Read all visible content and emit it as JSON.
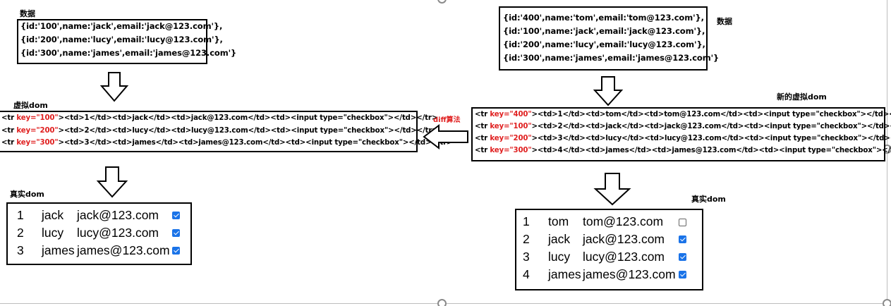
{
  "left": {
    "data_label": "数据",
    "data_lines": [
      "{id:'100',name:'jack',email:'jack@123.com'},",
      "{id:'200',name:'lucy',email:'lucy@123.com'},",
      "{id:'300',name:'james',email:'james@123.com'}"
    ],
    "vdom_label": "虚拟dom",
    "vdom_rows": [
      {
        "open": "<tr ",
        "kw": "key=\"100\"",
        "rest": "><td>1</td><td>jack</td><td>jack@123.com</td><td><input type=\"checkbox\"></td></tr>"
      },
      {
        "open": "<tr ",
        "kw": "key=\"200\"",
        "rest": "><td>2</td><td>lucy</td><td>lucy@123.com</td><td><input type=\"checkbox\"></td></tr>"
      },
      {
        "open": "<tr ",
        "kw": "key=\"300\"",
        "rest": "><td>3</td><td>james</td><td>james@123.com</td><td><input type=\"checkbox\"></td></tr>"
      }
    ],
    "real_label": "真实dom",
    "real_rows": [
      {
        "id": "1",
        "name": "jack",
        "email": "jack@123.com",
        "checked": true
      },
      {
        "id": "2",
        "name": "lucy",
        "email": "lucy@123.com",
        "checked": true
      },
      {
        "id": "3",
        "name": "james",
        "email": "james@123.com",
        "checked": true
      }
    ]
  },
  "diff_label": "diff算法",
  "right": {
    "data_label": "数据",
    "data_lines": [
      "{id:'400',name:'tom',email:'tom@123.com'},",
      "{id:'100',name:'jack',email:'jack@123.com'},",
      "{id:'200',name:'lucy',email:'lucy@123.com'},",
      "{id:'300',name:'james',email:'james@123.com'}"
    ],
    "vdom_label": "新的虚拟dom",
    "vdom_rows": [
      {
        "open": "<tr ",
        "kw": "key=\"400\"",
        "rest": "><td>1</td><td>tom</td><td>tom@123.com</td><td><input type=\"checkbox\"></td></tr>"
      },
      {
        "open": "<tr ",
        "kw": "key=\"100\"",
        "rest": "><td>2</td><td>jack</td><td>jack@123.com</td><td><input type=\"checkbox\"></td></tr>"
      },
      {
        "open": "<tr ",
        "kw": "key=\"200\"",
        "rest": "><td>3</td><td>lucy</td><td>lucy@123.com</td><td><input type=\"checkbox\"></td></tr>"
      },
      {
        "open": "<tr ",
        "kw": "key=\"300\"",
        "rest": "><td>4</td><td>james</td><td>james@123.com</td><td><input type=\"checkbox\"></td></tr>"
      }
    ],
    "real_label": "真实dom",
    "real_rows": [
      {
        "id": "1",
        "name": "tom",
        "email": "tom@123.com",
        "checked": false
      },
      {
        "id": "2",
        "name": "jack",
        "email": "jack@123.com",
        "checked": true
      },
      {
        "id": "3",
        "name": "lucy",
        "email": "lucy@123.com",
        "checked": true
      },
      {
        "id": "4",
        "name": "james",
        "email": "james@123.com",
        "checked": true
      }
    ]
  },
  "colors": {
    "key_attr": "#e02020",
    "checkbox": "#1a73e8",
    "diff_label": "#e02020"
  }
}
